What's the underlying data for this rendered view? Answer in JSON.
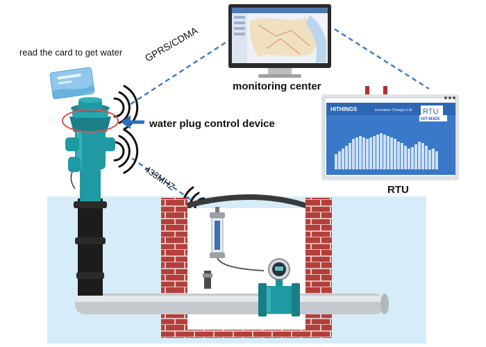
{
  "labels": {
    "read_card": "read the card to get water",
    "gprs": "GPRS/CDMA",
    "monitoring_center": "monitoring center",
    "water_plug": "water plug control device",
    "mhz": "433MHZ",
    "rtu": "RTU"
  },
  "rtu_device": {
    "brand": "HITHINGS",
    "tagline": "Innovation Changes Life",
    "model_badge": "RTU",
    "model_code": "HIT-M3D6"
  },
  "colors": {
    "dashed_link": "#3d7fc6",
    "pointer_arrow": "#2a6fbf",
    "hydrant_teal": "#1f9aa3",
    "hydrant_dark": "#1c1c1c",
    "brick": "#b43f3a",
    "water": "#d6ecf8",
    "rtu_screen": "#3a78c8",
    "highlight_ellipse": "#e0524a"
  }
}
